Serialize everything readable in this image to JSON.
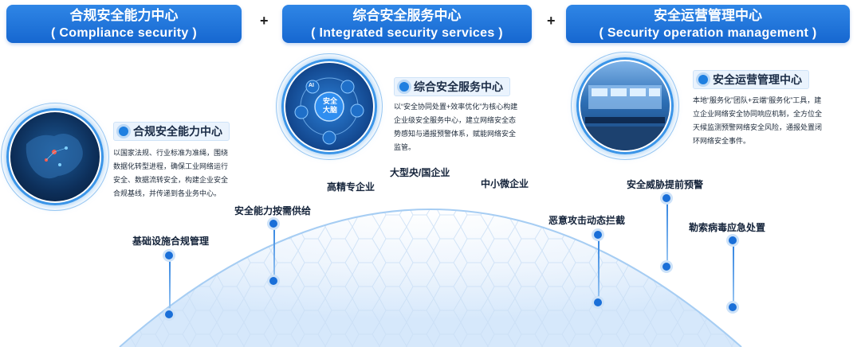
{
  "headers": [
    {
      "zh": "合规安全能力中心",
      "en": "( Compliance security )"
    },
    {
      "zh": "综合安全服务中心",
      "en": "( Integrated security services )"
    },
    {
      "zh": "安全运营管理中心",
      "en": "( Security operation management )"
    }
  ],
  "plus": "+",
  "centers": [
    {
      "title": "合规安全能力中心",
      "desc": "以国家法规、行业标准为准绳，围绕数据化转型进程，确保工业网络运行安全、数据流转安全，构建企业安全合规基线，并传递到各业务中心。"
    },
    {
      "title": "综合安全服务中心",
      "desc": "以“安全协同处置+效率优化”为核心构建企业级安全服务中心，建立网络安全态势感知与通报预警体系，赋能网络安全监管。"
    },
    {
      "title": "安全运营管理中心",
      "desc": "本地“服务化”团队+云端“服务化”工具，建立企业网络安全协同响应机制，全方位全天候监测预警网络安全风险，通报处置闭环网络安全事件。"
    }
  ],
  "globe_text": {
    "ai": "AI",
    "core": "安全大脑"
  },
  "labels": {
    "basic": "基础设施合规管理",
    "supply": "安全能力按需供给",
    "specialized": "高精专企业",
    "large": "大型央/国企业",
    "sme": "中小微企业",
    "attack": "恶意攻击动态拦截",
    "threat": "安全威胁提前预警",
    "ransom": "勒索病毒应急处置"
  }
}
